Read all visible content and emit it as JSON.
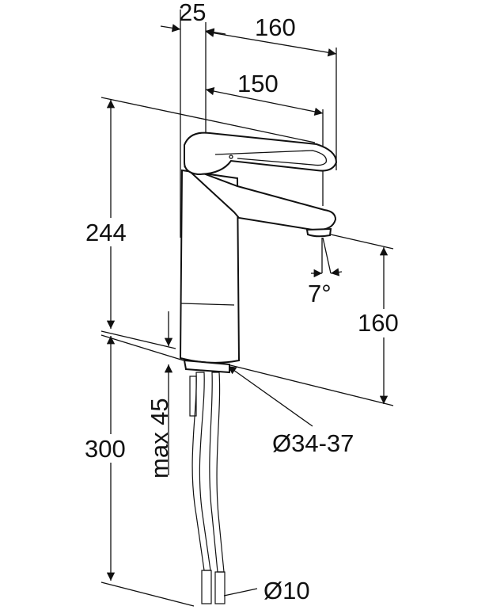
{
  "dimensions": {
    "offset_top": "25",
    "lever_reach": "160",
    "spout_reach": "150",
    "total_height": "244",
    "spout_angle": "7°",
    "spout_clearance": "160",
    "hose_length": "300",
    "deck_thickness": "max 45",
    "hole_diameter": "Ø34-37",
    "hose_diameter": "Ø10"
  },
  "colors": {
    "line": "#111111",
    "background": "#ffffff"
  }
}
